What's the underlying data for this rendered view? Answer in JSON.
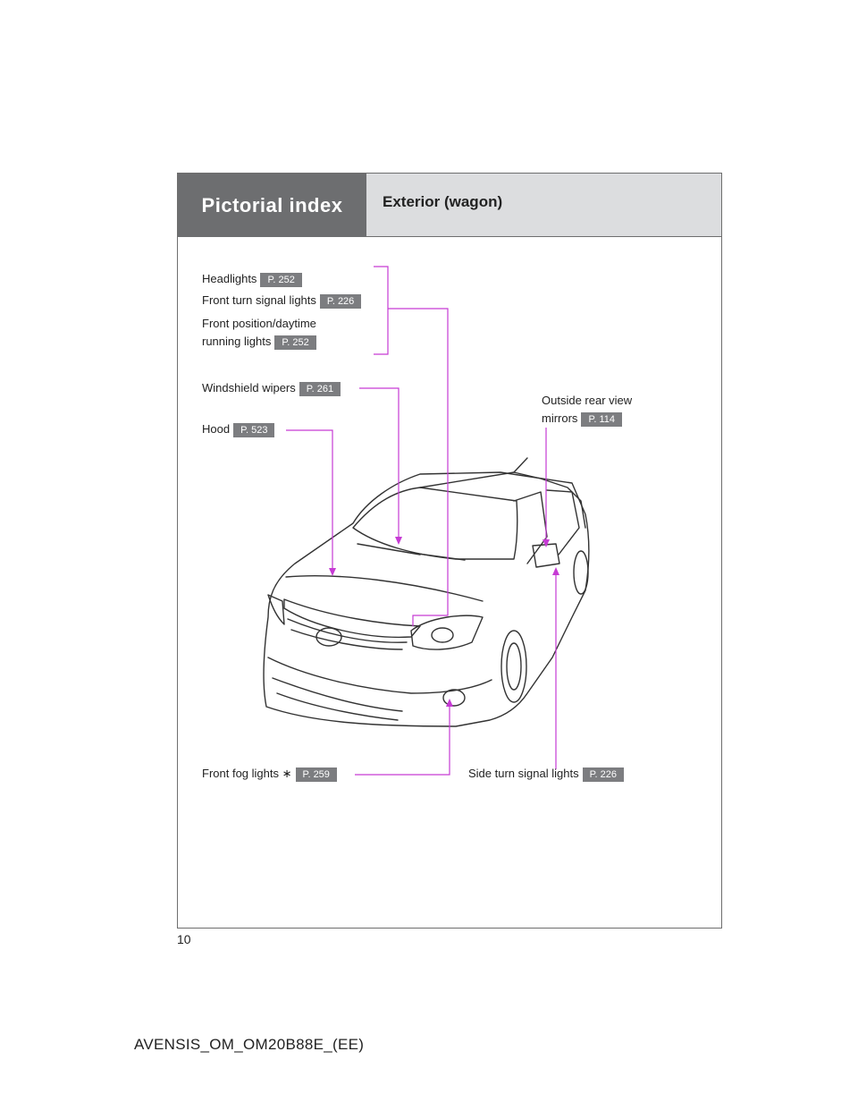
{
  "header": {
    "section_title": "Pictorial index",
    "subtitle": "Exterior (wagon)"
  },
  "labels": {
    "headlights": {
      "text": "Headlights",
      "page": "P. 252"
    },
    "front_turn_signal": {
      "text": "Front turn signal lights",
      "page": "P. 226"
    },
    "front_position_line1": "Front position/daytime",
    "front_position_line2": "running lights",
    "front_position_page": "P. 252",
    "windshield_wipers": {
      "text": "Windshield wipers",
      "page": "P. 261"
    },
    "hood": {
      "text": "Hood",
      "page": "P. 523"
    },
    "outside_mirrors_line1": "Outside rear view",
    "outside_mirrors_line2": "mirrors",
    "outside_mirrors_page": "P. 114",
    "front_fog": {
      "text": "Front fog lights",
      "asterisk": "∗",
      "page": "P. 259"
    },
    "side_turn_signal": {
      "text": "Side turn signal lights",
      "page": "P. 226"
    }
  },
  "page_number": "10",
  "footer_code": "AVENSIS_OM_OM20B88E_(EE)",
  "colors": {
    "header_dark": "#6d6e70",
    "header_light": "#dcdddf",
    "page_badge": "#7c7d80",
    "callout_line": "#c63bd4"
  },
  "icons": [
    "car-illustration"
  ]
}
